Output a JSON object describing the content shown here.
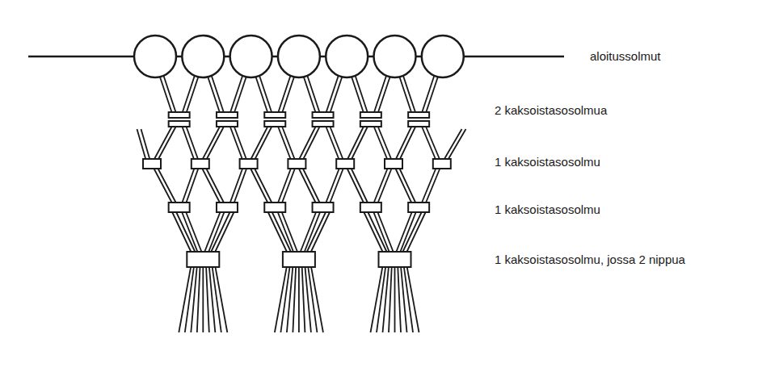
{
  "diagram": {
    "labels": [
      "aloitussolmut",
      "2 kaksoistasosolmua",
      "1 kaksoistasosolmu",
      "1 kaksoistasosolmu",
      "1 kaksoistasosolmu, jossa 2 nippua"
    ]
  }
}
